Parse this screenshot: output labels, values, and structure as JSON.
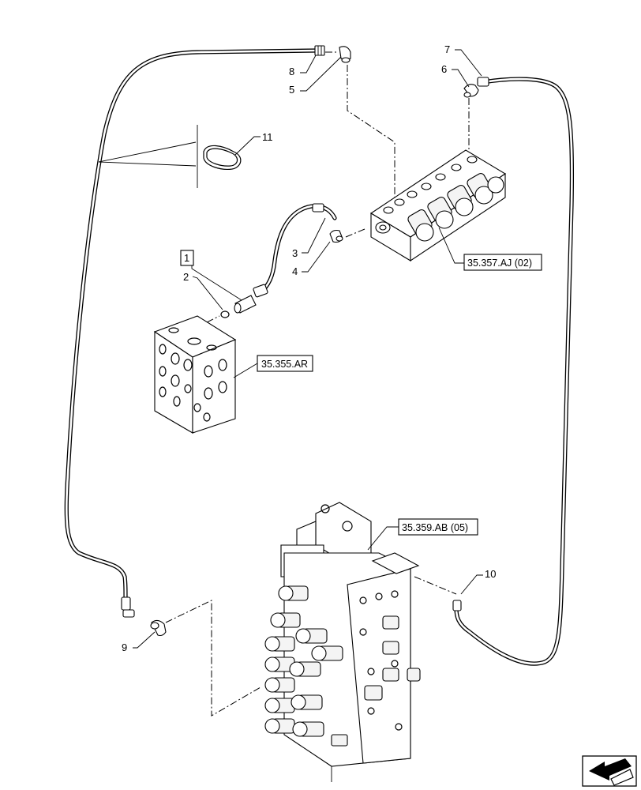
{
  "callouts": {
    "c1": "1",
    "c2": "2",
    "c3": "3",
    "c4": "4",
    "c5": "5",
    "c6": "6",
    "c7": "7",
    "c8": "8",
    "c9": "9",
    "c10": "10",
    "c11": "11"
  },
  "references": {
    "ref_aj": "35.357.AJ (02)",
    "ref_ar": "35.355.AR",
    "ref_ab": "35.359.AB (05)"
  },
  "nav": {
    "icon": "next-page-arrow-icon"
  }
}
